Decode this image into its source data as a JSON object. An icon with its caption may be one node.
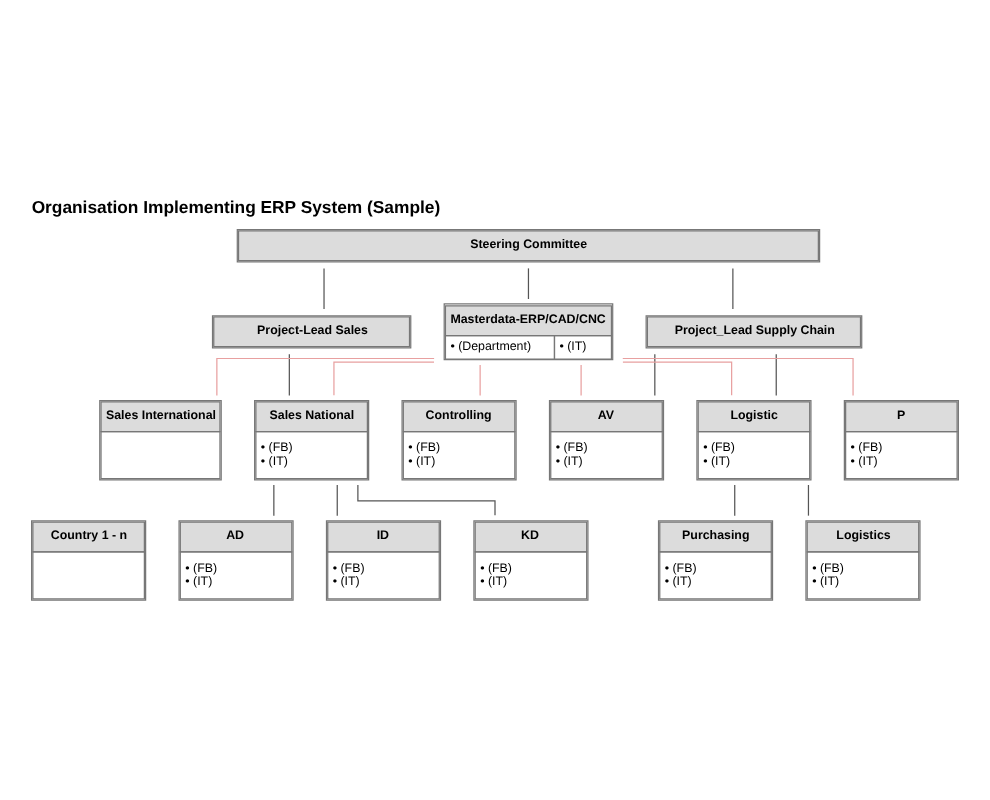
{
  "diagram": {
    "title": "Organisation Implementing ERP System (Sample)",
    "nodes": [
      {
        "text": [
          "Steering Committee"
        ]
      },
      {
        "text": [
          "Project-Lead Sales"
        ]
      },
      {
        "text": [
          "Project_Lead Supply Chain"
        ]
      },
      {
        "text": [
          "Masterdata-ERP/CAD/CNC",
          "• (Department)",
          "• (IT)"
        ]
      },
      {
        "text": [
          "Sales International"
        ]
      },
      {
        "text": [
          "Sales National",
          "• (FB)",
          "• (IT)"
        ]
      },
      {
        "text": [
          "Controlling",
          "• (FB)",
          "• (IT)"
        ]
      },
      {
        "text": [
          "AV",
          "• (FB)",
          "• (IT)"
        ]
      },
      {
        "text": [
          "Logistic",
          "• (FB)",
          "• (IT)"
        ]
      },
      {
        "text": [
          "P",
          "• (FB)",
          "• (IT)"
        ]
      },
      {
        "text": [
          "Country 1 - n"
        ]
      },
      {
        "text": [
          "AD",
          "• (FB)",
          "• (IT)"
        ]
      },
      {
        "text": [
          "ID",
          "• (FB)",
          "• (IT)"
        ]
      },
      {
        "text": [
          "KD",
          "• (FB)",
          "• (IT)"
        ]
      },
      {
        "text": [
          "Purchasing",
          "• (FB)",
          "• (IT)"
        ]
      },
      {
        "text": [
          "Logistics",
          "• (FB)",
          "• (IT)"
        ]
      }
    ],
    "edges": [
      {
        "from": 0,
        "to": 1,
        "arrow": "none"
      },
      {
        "from": 0,
        "to": 3,
        "arrow": "none"
      },
      {
        "from": 0,
        "to": 2,
        "arrow": "none"
      },
      {
        "from": 1,
        "to": 5,
        "arrow": "none"
      },
      {
        "from": 2,
        "to": 7,
        "arrow": "none"
      },
      {
        "from": 2,
        "to": 8,
        "arrow": "none"
      },
      {
        "from": 3,
        "to": 4,
        "arrow": "none",
        "color": "#e8a0a0"
      },
      {
        "from": 3,
        "to": 5,
        "arrow": "none",
        "color": "#e8a0a0"
      },
      {
        "from": 3,
        "to": 6,
        "arrow": "none",
        "color": "#e8a0a0"
      },
      {
        "from": 3,
        "to": 7,
        "arrow": "none",
        "color": "#e8a0a0"
      },
      {
        "from": 3,
        "to": 8,
        "arrow": "none",
        "color": "#e8a0a0"
      },
      {
        "from": 3,
        "to": 9,
        "arrow": "none",
        "color": "#e8a0a0"
      },
      {
        "from": 5,
        "to": 11,
        "arrow": "none"
      },
      {
        "from": 5,
        "to": 12,
        "arrow": "none"
      },
      {
        "from": 5,
        "to": 13,
        "arrow": "none"
      },
      {
        "from": 8,
        "to": 14,
        "arrow": "none"
      },
      {
        "from": 8,
        "to": 15,
        "arrow": "none"
      }
    ]
  }
}
